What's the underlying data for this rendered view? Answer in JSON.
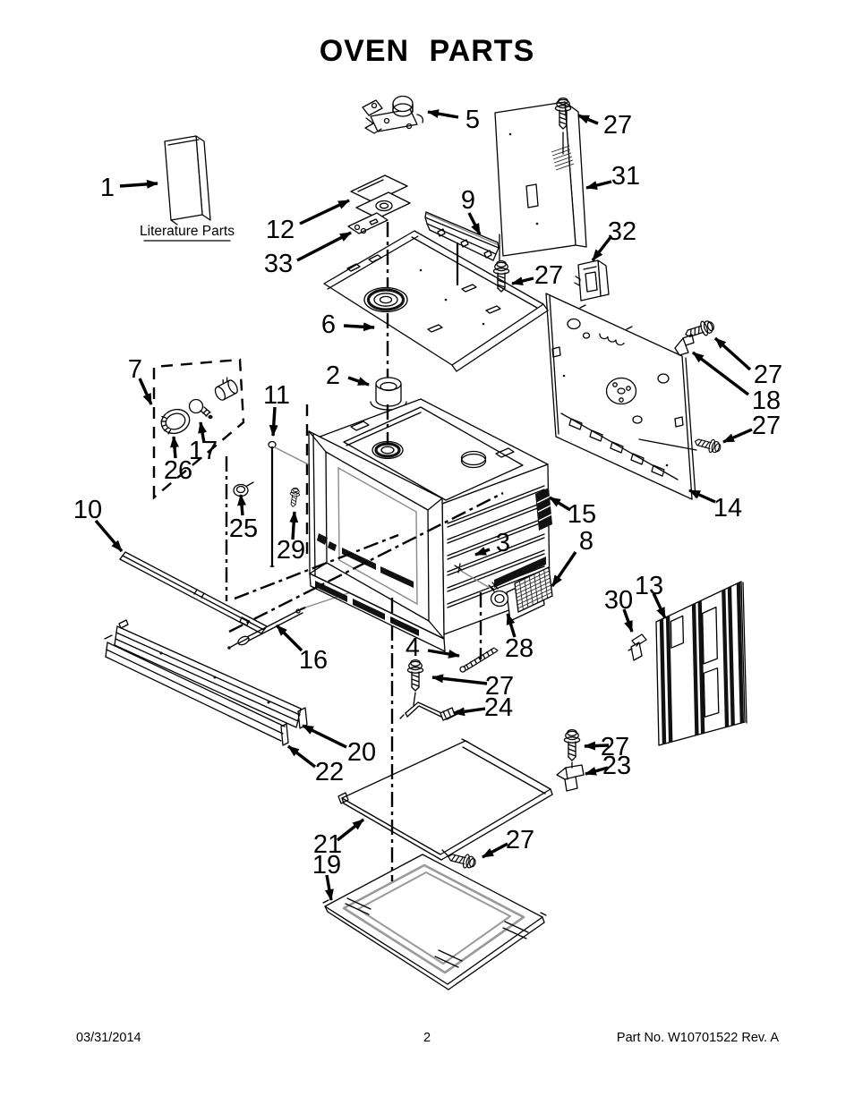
{
  "title": "OVEN PARTS",
  "literature_label": "Literature Parts",
  "footer": {
    "date": "03/31/2014",
    "page_number": "2",
    "part_number": "Part No.  W10701522  Rev.  A"
  },
  "colors": {
    "ink": "#000000",
    "paper": "#ffffff"
  },
  "callouts": [
    {
      "label": "1"
    },
    {
      "label": "12"
    },
    {
      "label": "33"
    },
    {
      "label": "5"
    },
    {
      "label": "9"
    },
    {
      "label": "27"
    },
    {
      "label": "31"
    },
    {
      "label": "32"
    },
    {
      "label": "27"
    },
    {
      "label": "6"
    },
    {
      "label": "2"
    },
    {
      "label": "7"
    },
    {
      "label": "17"
    },
    {
      "label": "26"
    },
    {
      "label": "11"
    },
    {
      "label": "25"
    },
    {
      "label": "29"
    },
    {
      "label": "10"
    },
    {
      "label": "27"
    },
    {
      "label": "18"
    },
    {
      "label": "27"
    },
    {
      "label": "14"
    },
    {
      "label": "15"
    },
    {
      "label": "3"
    },
    {
      "label": "8"
    },
    {
      "label": "28"
    },
    {
      "label": "30"
    },
    {
      "label": "13"
    },
    {
      "label": "16"
    },
    {
      "label": "4"
    },
    {
      "label": "27"
    },
    {
      "label": "24"
    },
    {
      "label": "20"
    },
    {
      "label": "22"
    },
    {
      "label": "27"
    },
    {
      "label": "23"
    },
    {
      "label": "21"
    },
    {
      "label": "19"
    },
    {
      "label": "27"
    }
  ]
}
